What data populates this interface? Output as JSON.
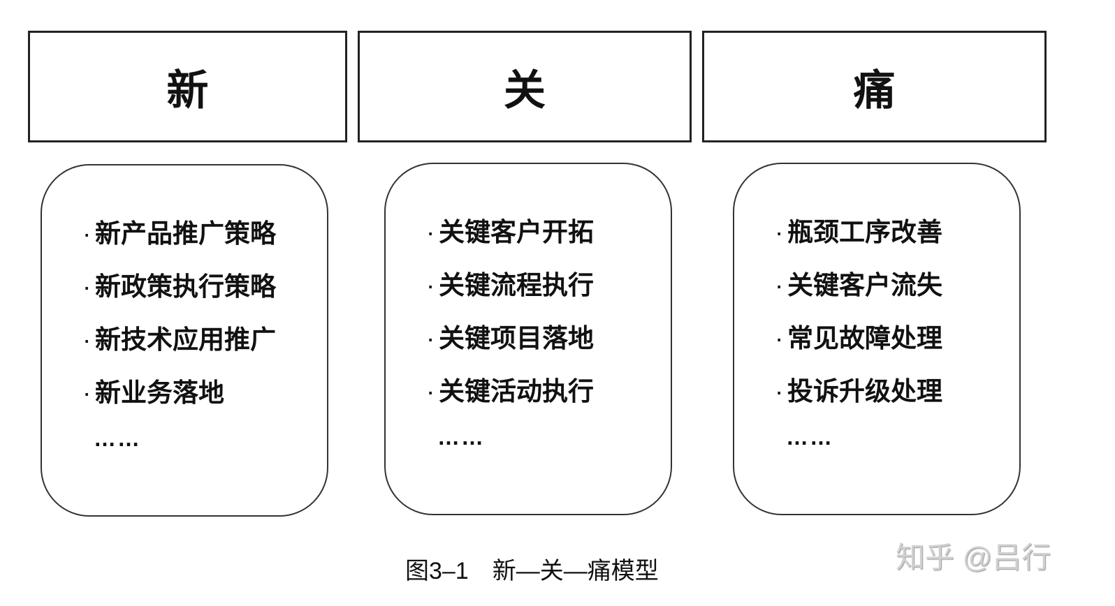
{
  "columns": [
    {
      "header": "新",
      "items": [
        "新产品推广策略",
        "新政策执行策略",
        "新技术应用推广",
        "新业务落地"
      ],
      "more": "……"
    },
    {
      "header": "关",
      "items": [
        "关键客户开拓",
        "关键流程执行",
        "关键项目落地",
        "关键活动执行"
      ],
      "more": "……"
    },
    {
      "header": "痛",
      "items": [
        "瓶颈工序改善",
        "关键客户流失",
        "常见故障处理",
        "投诉升级处理"
      ],
      "more": "……"
    }
  ],
  "bullet": "·",
  "caption": "图3–1　新—关—痛模型",
  "watermark": "知乎 @吕行"
}
